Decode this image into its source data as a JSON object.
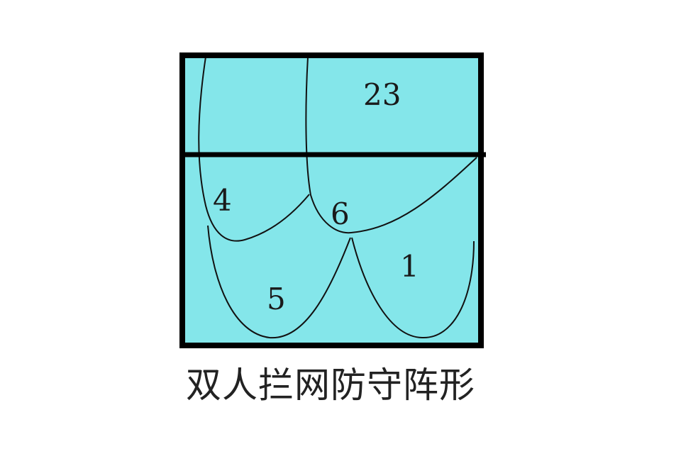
{
  "diagram": {
    "caption": "双人拦网防守阵形",
    "court_color": "#84e6ea",
    "line_color": "#000000",
    "zones": [
      {
        "id": "zone-23",
        "label": "23"
      },
      {
        "id": "zone-4",
        "label": "4"
      },
      {
        "id": "zone-6",
        "label": "6"
      },
      {
        "id": "zone-1",
        "label": "1"
      },
      {
        "id": "zone-5",
        "label": "5"
      }
    ]
  }
}
